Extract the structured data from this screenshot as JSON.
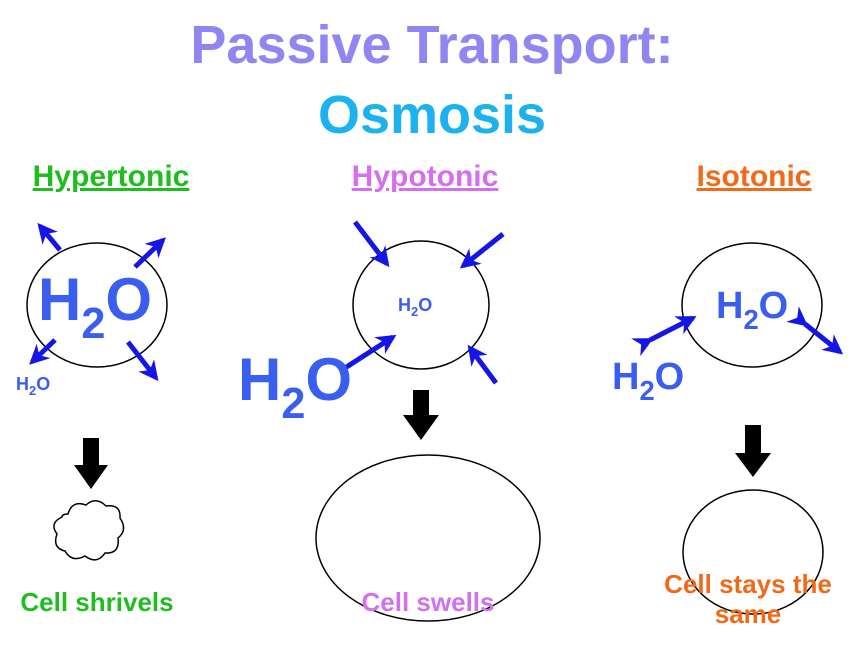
{
  "title": {
    "line1": "Passive Transport:",
    "line2": "Osmosis"
  },
  "colors": {
    "title_line1": "#8f86f2",
    "title_line2": "#1bb2ee",
    "hypertonic": "#1fbe1f",
    "hypotonic": "#d46ff0",
    "isotonic": "#f26a18",
    "water": "#3a5ff0",
    "arrow": "#1515e6",
    "down_arrow": "#000000"
  },
  "panels": {
    "hypertonic": {
      "heading": "Hypertonic",
      "inside_label": {
        "h": "H",
        "sub": "2",
        "o": "O"
      },
      "outside_label": {
        "h": "H",
        "sub": "2",
        "o": "O"
      },
      "result": "Cell shrivels"
    },
    "hypotonic": {
      "heading": "Hypotonic",
      "inside_label": {
        "h": "H",
        "sub": "2",
        "o": "O"
      },
      "outside_label": {
        "h": "H",
        "sub": "2",
        "o": "O"
      },
      "result": "Cell swells"
    },
    "isotonic": {
      "heading": "Isotonic",
      "inside_label": {
        "h": "H",
        "sub": "2",
        "o": "O"
      },
      "outside_label": {
        "h": "H",
        "sub": "2",
        "o": "O"
      },
      "result_line1": "Cell stays the",
      "result_line2": "same"
    }
  }
}
